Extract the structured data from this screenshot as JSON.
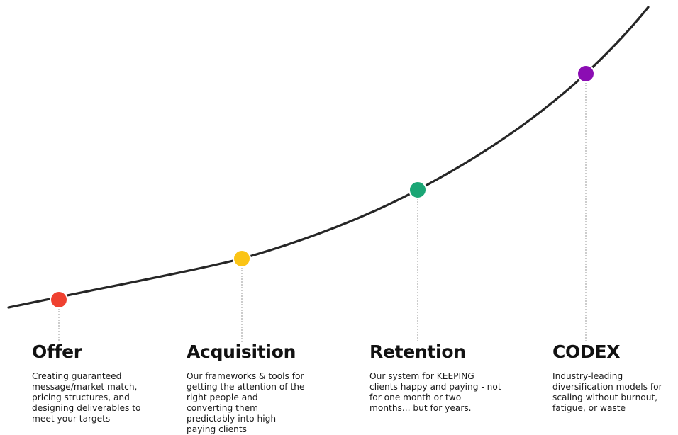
{
  "curve_color": "#262626",
  "connector_color": "#9a9a9a",
  "stages": [
    {
      "title": "Offer",
      "description": "Creating guaranteed message/market match, pricing structures, and designing deliverables to meet your targets",
      "color": "#ef4130"
    },
    {
      "title": "Acquisition",
      "description": "Our frameworks & tools for getting the attention of the right people and converting them predictably into high-paying clients",
      "color": "#fbc415"
    },
    {
      "title": "Retention",
      "description": "Our system for KEEPING clients happy and paying - not for one month or two months... but for years.",
      "color": "#1ba675"
    },
    {
      "title": "CODEX",
      "description": "Industry-leading diversification models for scaling without burnout, fatigue, or waste",
      "color": "#8b0db3"
    }
  ]
}
